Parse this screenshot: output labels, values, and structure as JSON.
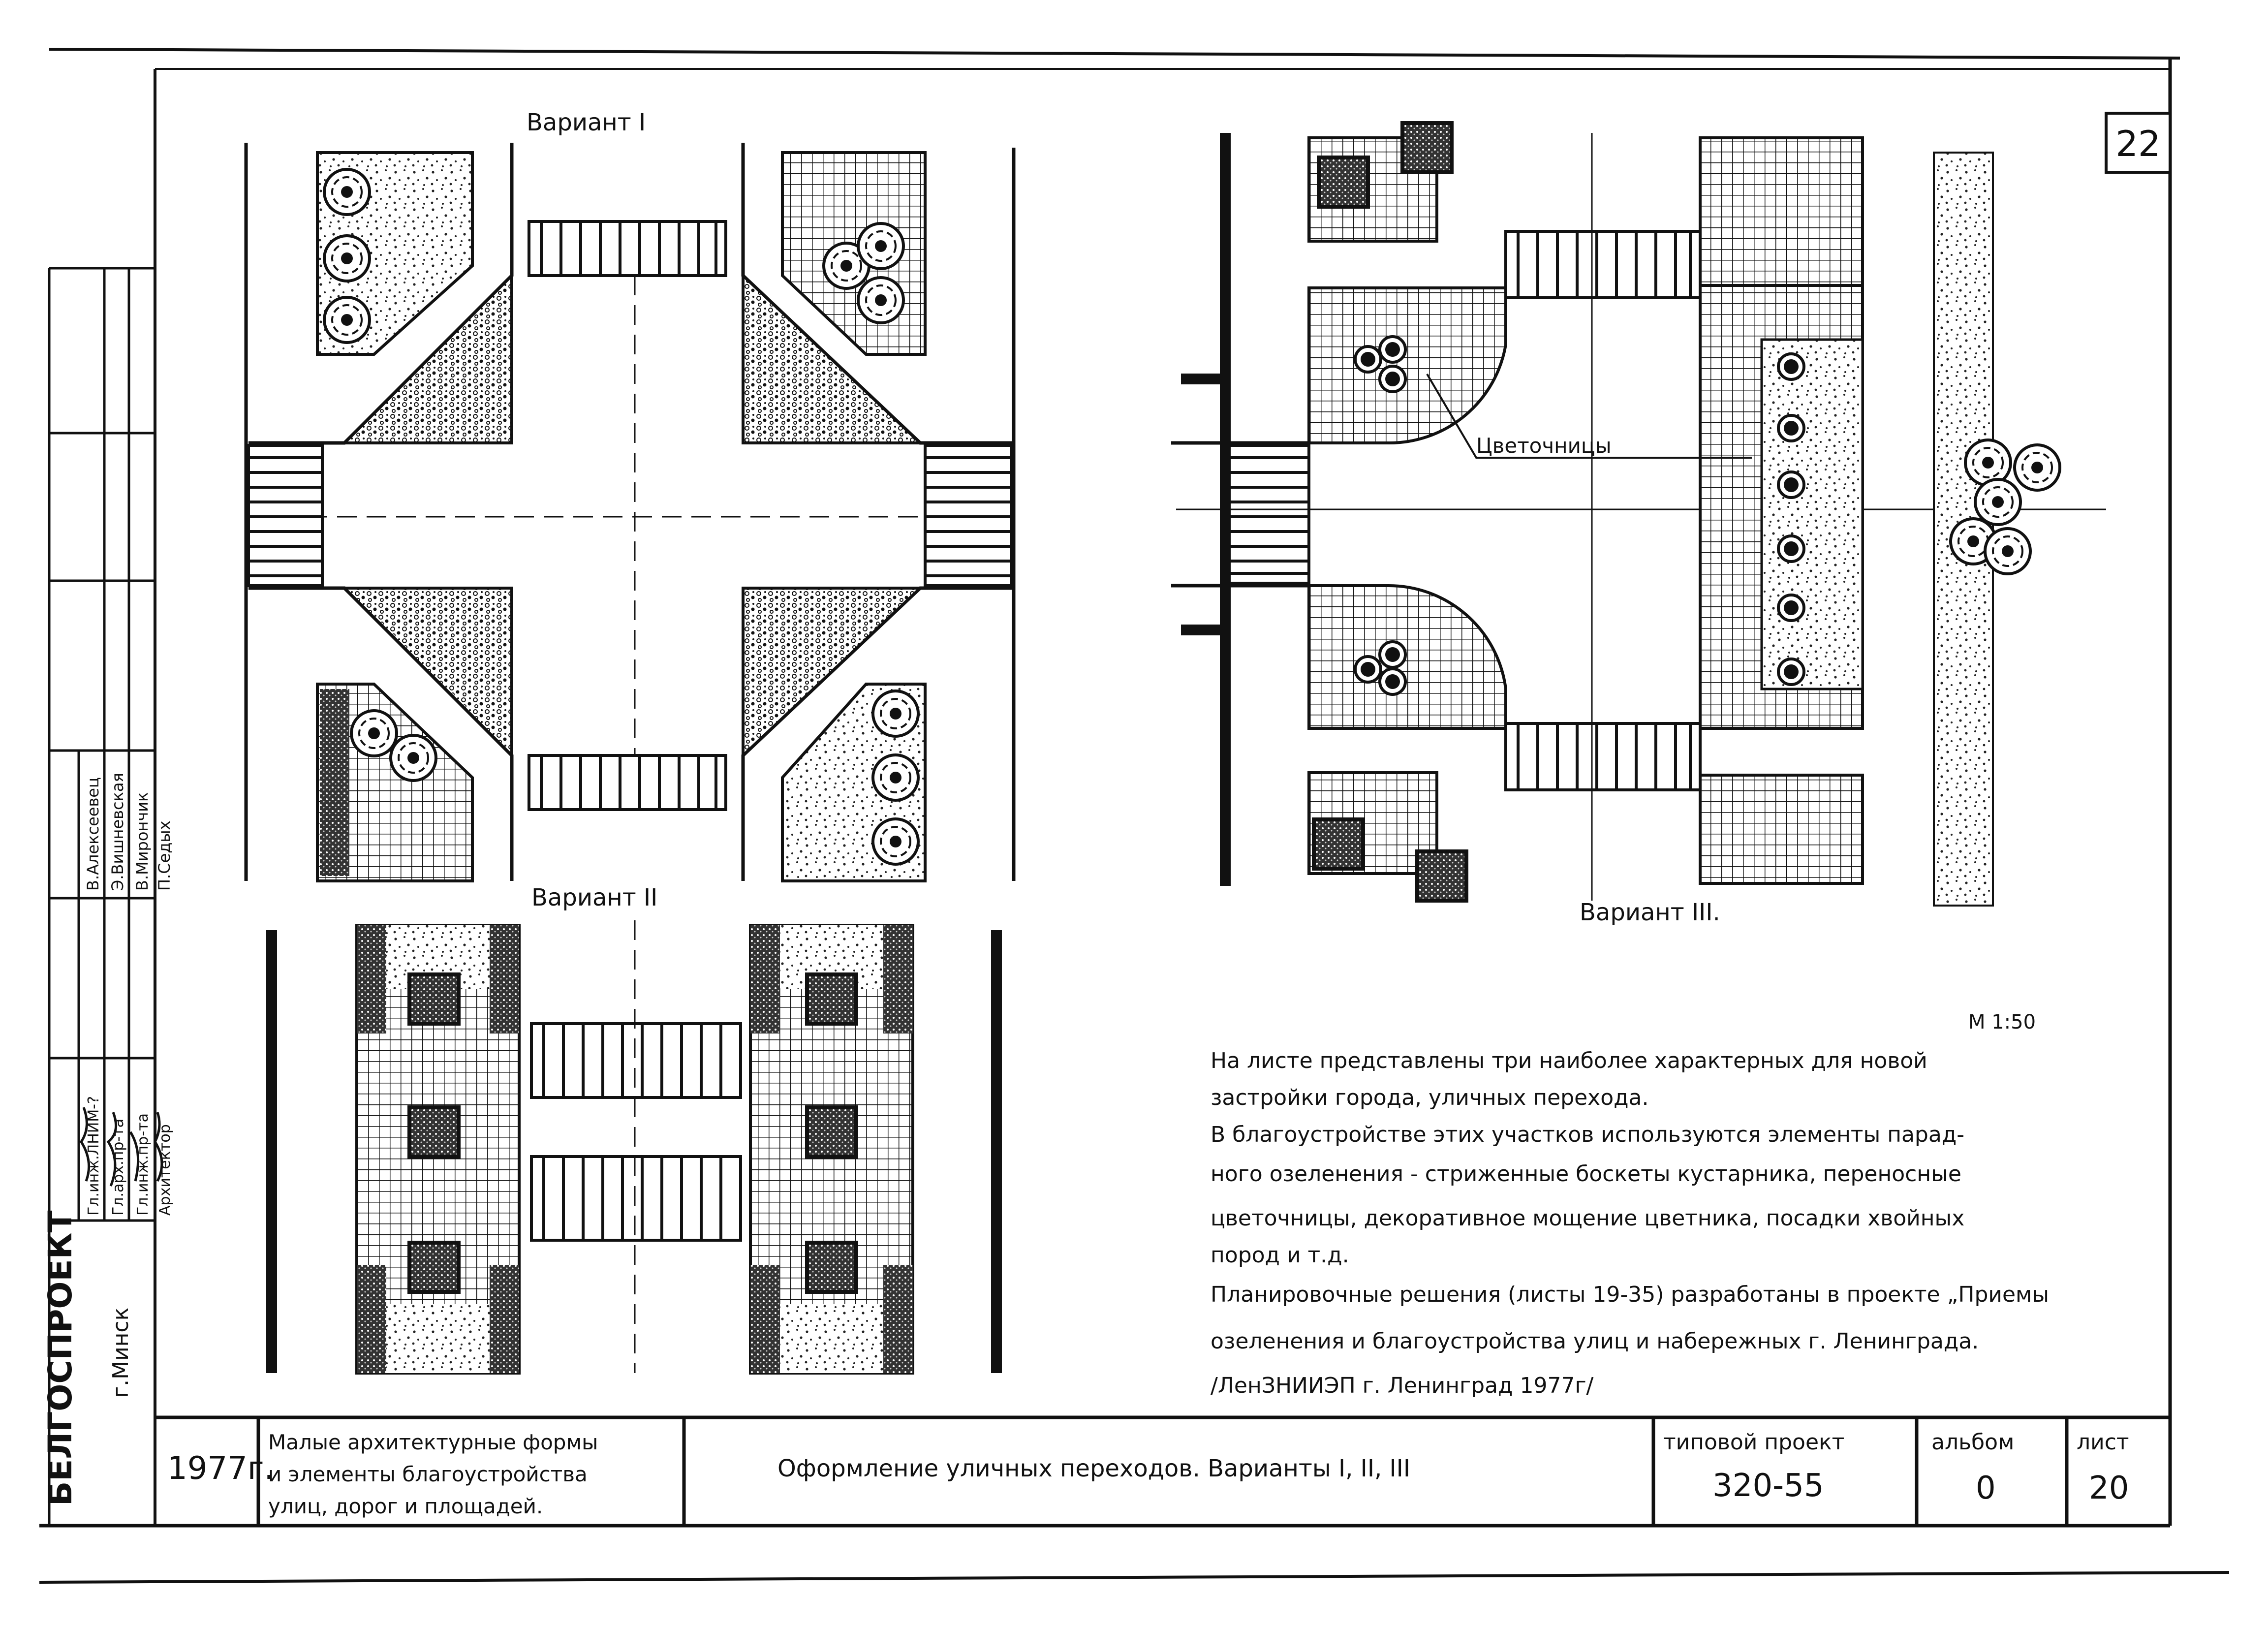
{
  "sheet": {
    "page_number": "22",
    "scale": "М 1:50"
  },
  "variants": {
    "v1": "Вариант I",
    "v2": "Вариант II",
    "v3": "Вариант III."
  },
  "callout": "Цветочницы",
  "description": [
    "На листе представлены три наиболее характерных для новой",
    "застройки города, уличных перехода.",
    "В благоустройстве этих участков используются элементы парад-",
    "ного озеленения - стриженные боскеты кустарника, переносные",
    "цветочницы, декоративное мощение цветника, посадки хвойных",
    "пород и т.д.",
    "Планировочные решения (листы 19-35) разработаны в проекте „Приемы",
    "озеленения и благоустройства улиц и набережных г. Ленинграда.",
    "/ЛенЗНИИЭП г. Ленинград 1977г/"
  ],
  "titleblock": {
    "year": "1977г.",
    "series_title": [
      "Малые архитектурные формы",
      "и элементы благоустройства",
      "улиц, дорог и площадей."
    ],
    "sheet_title": "Оформление уличных переходов. Варианты I, II, III",
    "project_label": "типовой проект",
    "project_number": "320-55",
    "album_label": "альбом",
    "album_value": "0",
    "sheet_label": "лист",
    "sheet_value": "20"
  },
  "side_stamp": {
    "org": "БЕЛГОСПРОЕКТ",
    "city": "г.Минск",
    "roles": [
      "Гл.инж.ЛНИМ-?",
      "Гл.арх.пр-та",
      "Гл.инж.пр-та",
      "Архитектор"
    ],
    "names": [
      "В.Алексеевец",
      "Э.Вишневская",
      "В.Мирончик",
      "П.Седых"
    ]
  }
}
